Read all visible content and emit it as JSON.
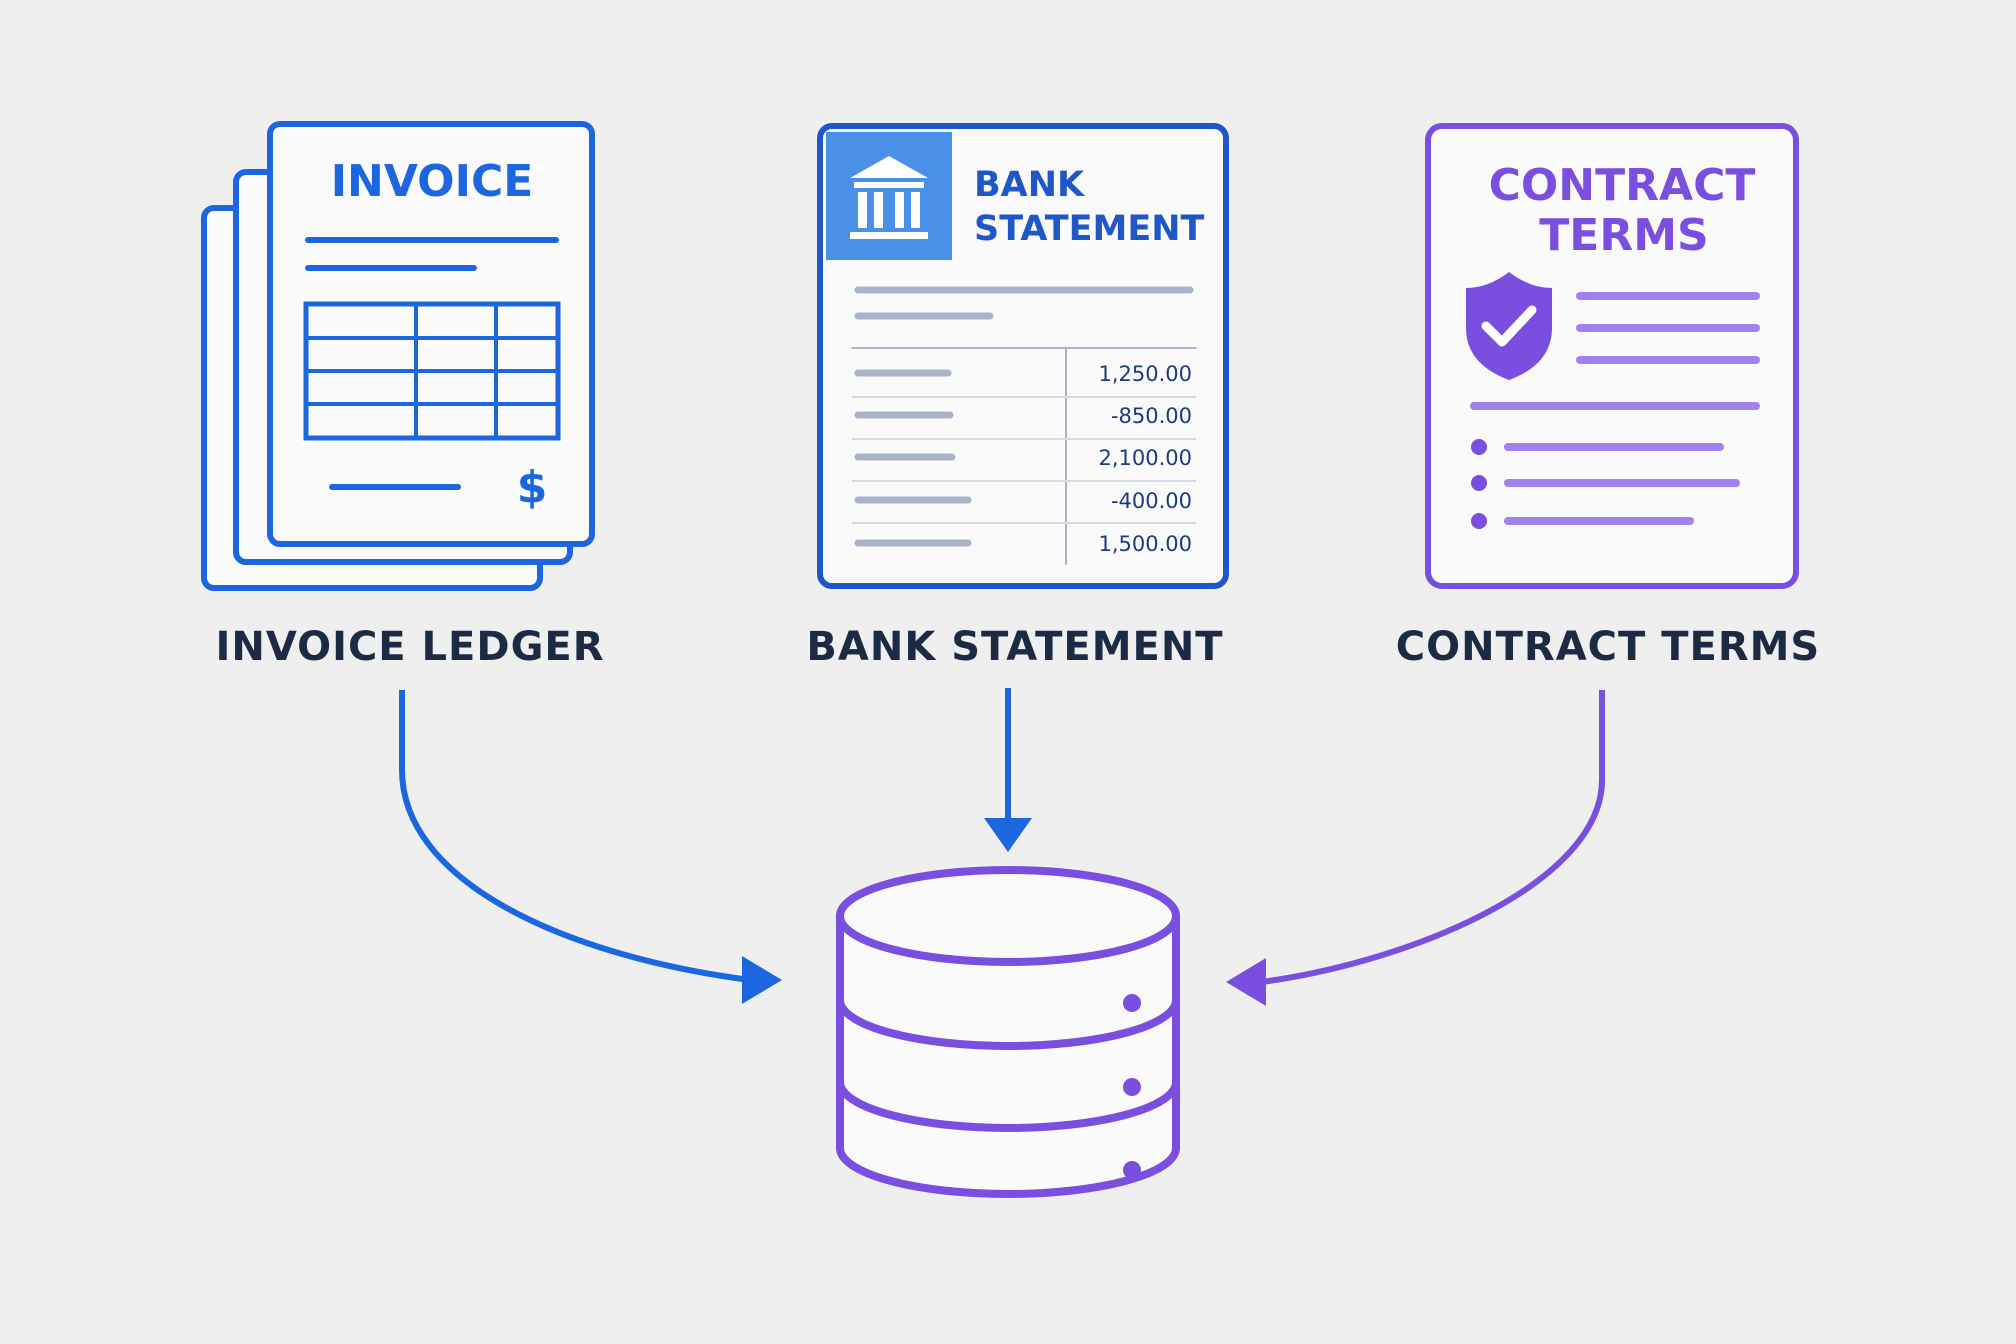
{
  "colors": {
    "blue": "#1c66e0",
    "dark_blue": "#1f57c9",
    "purple": "#7a4fe0",
    "caption": "#1c2a44",
    "gray_line": "#aab4c8",
    "amount_text": "#1d3a80",
    "bank_header_bg": "#4a8fe8"
  },
  "sources": {
    "invoice": {
      "doc_title": "INVOICE",
      "symbol": "$",
      "caption": "INVOICE LEDGER"
    },
    "bank": {
      "doc_title_line1": "BANK",
      "doc_title_line2": "STATEMENT",
      "amounts": [
        "1,250.00",
        "-850.00",
        "2,100.00",
        "-400.00",
        "1,500.00"
      ],
      "caption": "BANK STATEMENT"
    },
    "contract": {
      "doc_title_line1": "CONTRACT",
      "doc_title_line2": "TERMS",
      "caption": "CONTRACT TERMS"
    }
  },
  "icons": [
    "invoice-stack-icon",
    "bank-building-icon",
    "shield-check-icon",
    "database-icon"
  ],
  "target": {
    "icon": "database-icon"
  }
}
